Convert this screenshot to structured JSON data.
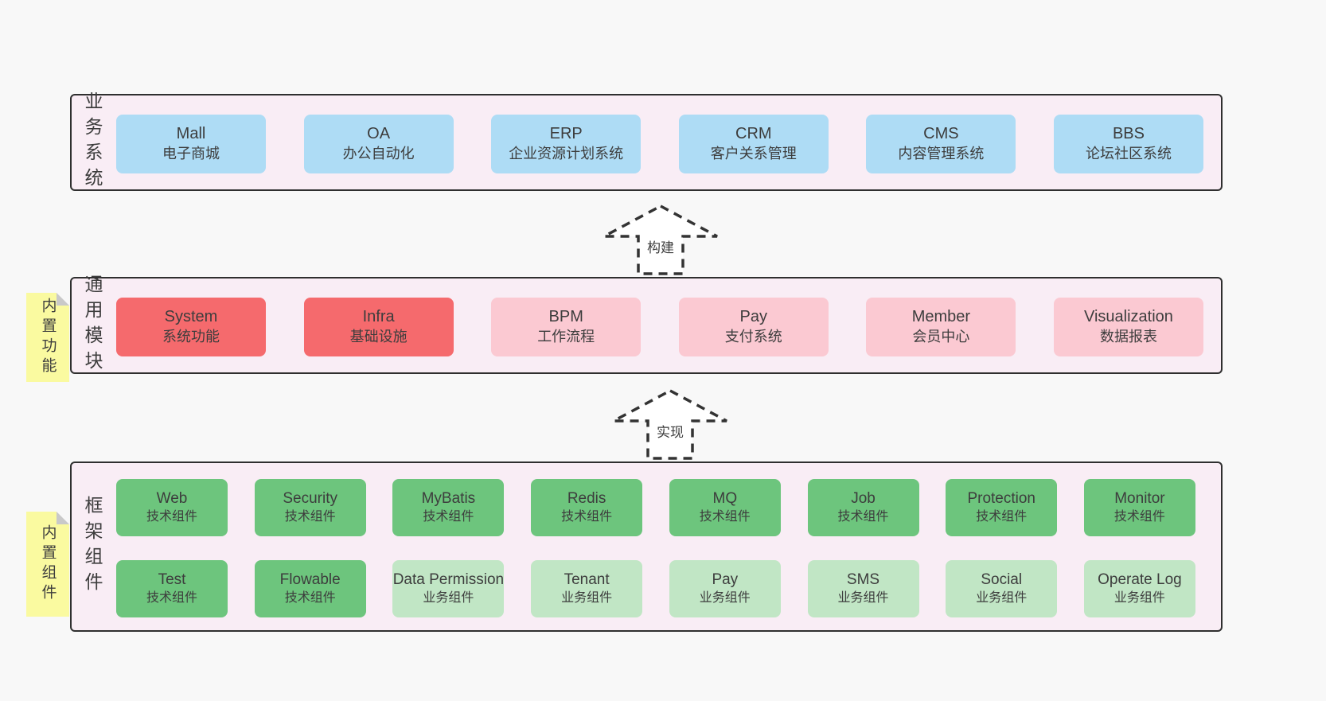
{
  "colors": {
    "page_bg": "#f8f8f8",
    "container_bg": "#f9edf5",
    "container_border": "#2f2f2f",
    "box_blue": "#aedcf5",
    "box_red": "#f56a6d",
    "box_pink": "#fbc9d2",
    "box_green_dark": "#6dc57d",
    "box_green_light": "#c1e6c5",
    "sticky_yellow": "#fafaa0",
    "sticky_fold": "#c9c9c9",
    "text": "#3d3d3d",
    "arrow_stroke": "#333333"
  },
  "layers": {
    "business": {
      "label": "业务系统",
      "boxes": [
        {
          "title": "Mall",
          "subtitle": "电子商城"
        },
        {
          "title": "OA",
          "subtitle": "办公自动化"
        },
        {
          "title": "ERP",
          "subtitle": "企业资源计划系统"
        },
        {
          "title": "CRM",
          "subtitle": "客户关系管理"
        },
        {
          "title": "CMS",
          "subtitle": "内容管理系统"
        },
        {
          "title": "BBS",
          "subtitle": "论坛社区系统"
        }
      ]
    },
    "modules": {
      "label": "通用模块",
      "sticky": "内置功能",
      "boxes": [
        {
          "title": "System",
          "subtitle": "系统功能",
          "variant": "red"
        },
        {
          "title": "Infra",
          "subtitle": "基础设施",
          "variant": "red"
        },
        {
          "title": "BPM",
          "subtitle": "工作流程",
          "variant": "pink"
        },
        {
          "title": "Pay",
          "subtitle": "支付系统",
          "variant": "pink"
        },
        {
          "title": "Member",
          "subtitle": "会员中心",
          "variant": "pink"
        },
        {
          "title": "Visualization",
          "subtitle": "数据报表",
          "variant": "pink"
        }
      ]
    },
    "framework": {
      "label": "框架组件",
      "sticky": "内置组件",
      "row1": [
        {
          "title": "Web",
          "subtitle": "技术组件",
          "variant": "green-dark"
        },
        {
          "title": "Security",
          "subtitle": "技术组件",
          "variant": "green-dark"
        },
        {
          "title": "MyBatis",
          "subtitle": "技术组件",
          "variant": "green-dark"
        },
        {
          "title": "Redis",
          "subtitle": "技术组件",
          "variant": "green-dark"
        },
        {
          "title": "MQ",
          "subtitle": "技术组件",
          "variant": "green-dark"
        },
        {
          "title": "Job",
          "subtitle": "技术组件",
          "variant": "green-dark"
        },
        {
          "title": "Protection",
          "subtitle": "技术组件",
          "variant": "green-dark"
        },
        {
          "title": "Monitor",
          "subtitle": "技术组件",
          "variant": "green-dark"
        }
      ],
      "row2": [
        {
          "title": "Test",
          "subtitle": "技术组件",
          "variant": "green-dark"
        },
        {
          "title": "Flowable",
          "subtitle": "技术组件",
          "variant": "green-dark"
        },
        {
          "title": "Data Permission",
          "subtitle": "业务组件",
          "variant": "green-light"
        },
        {
          "title": "Tenant",
          "subtitle": "业务组件",
          "variant": "green-light"
        },
        {
          "title": "Pay",
          "subtitle": "业务组件",
          "variant": "green-light"
        },
        {
          "title": "SMS",
          "subtitle": "业务组件",
          "variant": "green-light"
        },
        {
          "title": "Social",
          "subtitle": "业务组件",
          "variant": "green-light"
        },
        {
          "title": "Operate Log",
          "subtitle": "业务组件",
          "variant": "green-light"
        }
      ]
    }
  },
  "arrows": {
    "build": {
      "label": "构建"
    },
    "implement": {
      "label": "实现"
    }
  }
}
